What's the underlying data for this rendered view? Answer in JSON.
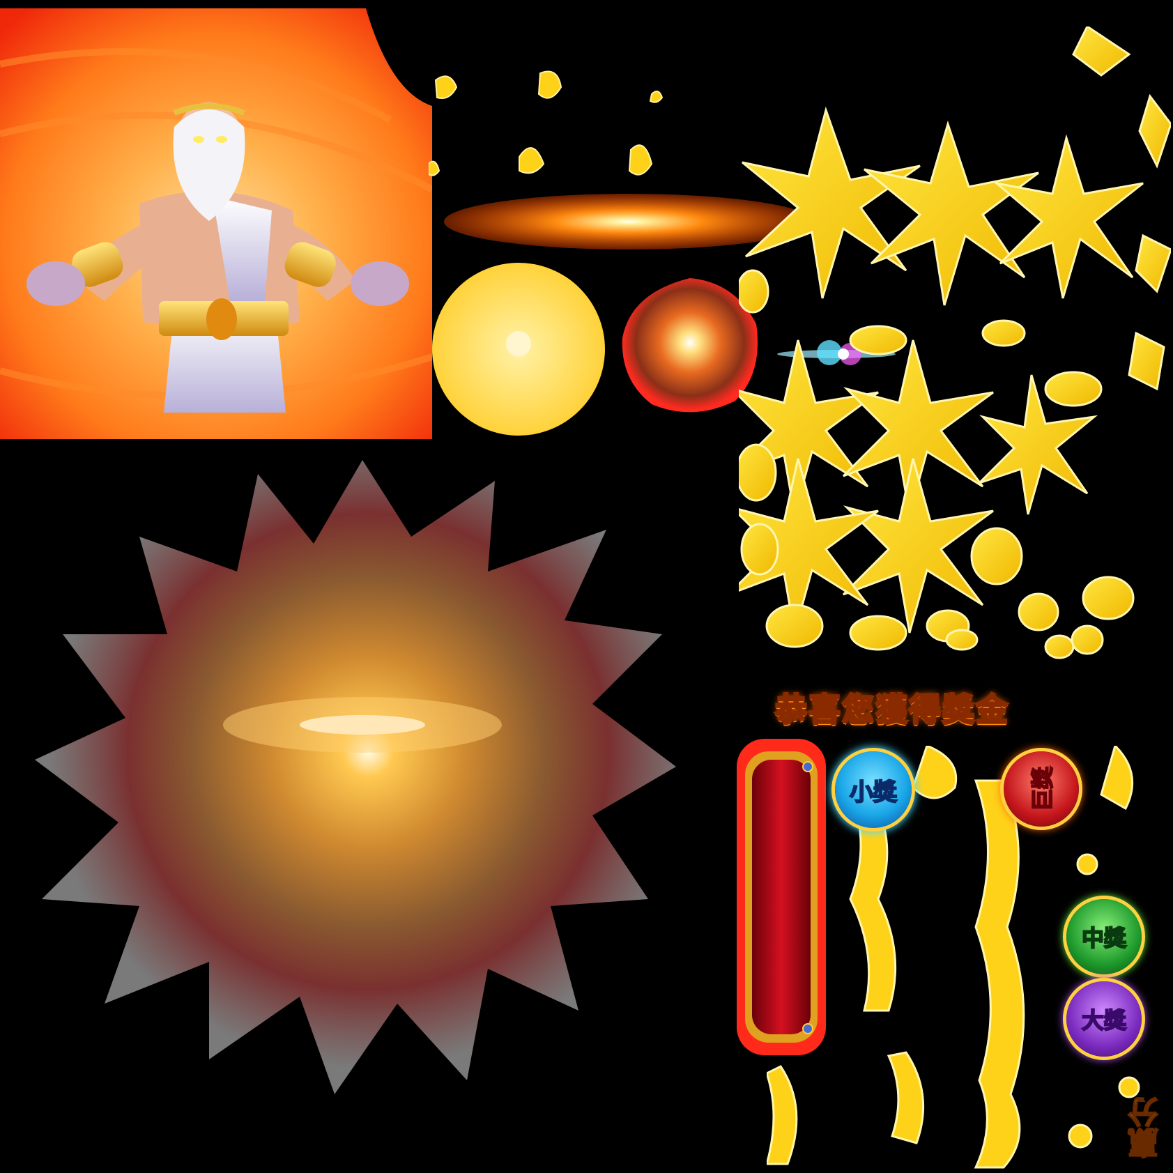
{
  "banner": {
    "title": "恭喜您獲得獎金"
  },
  "badges": [
    {
      "id": "minor",
      "label": "小獎",
      "color": "#1aa7e8"
    },
    {
      "id": "grand",
      "label": "巨獎",
      "color": "#c4161c"
    },
    {
      "id": "major",
      "label": "中獎",
      "color": "#1e9a2c"
    },
    {
      "id": "mega",
      "label": "大獎",
      "color": "#7b2bbf"
    }
  ],
  "win_label": "贏分",
  "colors": {
    "background": "#000000",
    "fire": "#ff6a00",
    "gold": "#ffd21a",
    "lightning": "#fff08a"
  },
  "icons": {
    "character": "zeus-portrait",
    "explosion": "explosion-burst",
    "lightning": "lightning-bolt",
    "fireball": "fireball",
    "glow": "glow-orb",
    "lens_flare": "lens-flare",
    "panel": "red-gold-frame"
  }
}
